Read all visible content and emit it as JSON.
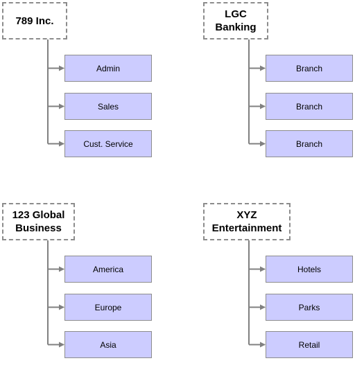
{
  "colors": {
    "connector": "#808080",
    "child_fill": "#ccccff",
    "child_border": "#8c8c8c",
    "parent_border": "#8c8c8c"
  },
  "groups": [
    {
      "parent": "789 Inc.",
      "children": [
        "Admin",
        "Sales",
        "Cust. Service"
      ]
    },
    {
      "parent": "LGC\nBanking",
      "children": [
        "Branch",
        "Branch",
        "Branch"
      ]
    },
    {
      "parent": "123 Global\nBusiness",
      "children": [
        "America",
        "Europe",
        "Asia"
      ]
    },
    {
      "parent": "XYZ\nEntertainment",
      "children": [
        "Hotels",
        "Parks",
        "Retail"
      ]
    }
  ]
}
